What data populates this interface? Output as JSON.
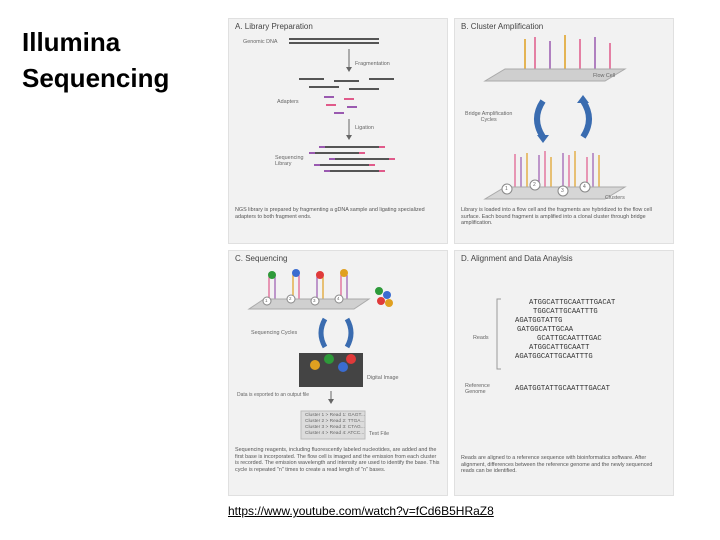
{
  "title": {
    "line1": "Illumina",
    "line2": "Sequencing"
  },
  "panels": {
    "a": {
      "title": "A. Library Preparation",
      "labels": {
        "genomic_dna": "Genomic DNA",
        "fragmentation": "Fragmentation",
        "adapters": "Adapters",
        "ligation": "Ligation",
        "seq_library": "Sequencing\nLibrary"
      },
      "caption": "NGS library is prepared by fragmenting a gDNA sample and ligating specialized adapters to both fragment ends."
    },
    "b": {
      "title": "B. Cluster Amplification",
      "labels": {
        "flow_cell": "Flow Cell",
        "bridge": "Bridge Amplification\nCycles",
        "clusters": "Clusters",
        "n1": "1",
        "n2": "2",
        "n3": "3",
        "n4": "4"
      },
      "caption": "Library is loaded into a flow cell and the fragments are hybridized to the flow cell surface. Each bound fragment is amplified into a clonal cluster through bridge amplification."
    },
    "c": {
      "title": "C. Sequencing",
      "labels": {
        "cycles": "Sequencing Cycles",
        "digital_image": "Digital Image",
        "data_export": "Data is exported to an output file",
        "text_file": "Text File",
        "n1": "1",
        "n2": "2",
        "n3": "3",
        "n4": "4"
      },
      "file_lines": [
        "Cluster 1 > Read 1: GAGT...",
        "Cluster 2 > Read 2: TTGA...",
        "Cluster 3 > Read 3: CTAG...",
        "Cluster 4 > Read 4: ATCC..."
      ],
      "caption": "Sequencing reagents, including fluorescently labeled nucleotides, are added and the first base is incorporated. The flow cell is imaged and the emission from each cluster is recorded. The emission wavelength and intensity are used to identify the base. This cycle is repeated \"n\" times to create a read length of \"n\" bases."
    },
    "d": {
      "title": "D. Alignment and Data Anaylsis",
      "labels": {
        "reads": "Reads",
        "reference": "Reference\nGenome"
      },
      "reads": [
        "ATGGCATTGCAATTTGACAT",
        "TGGCATTGCAATTTG",
        "AGATGGTATTG",
        "GATGGCATTGCAA",
        "GCATTGCAATTTGAC",
        "ATGGCATTGCAATT",
        "AGATGGCATTGCAATTTG"
      ],
      "reference_seq": "AGATGGTATTGCAATTTGACAT",
      "caption": "Reads are aligned to a reference sequence with bioinformatics software. After alignment, differences between the reference genome and the newly sequenced reads can be identified."
    }
  },
  "link": "https://www.youtube.com/watch?v=fCd6B5HRaZ8"
}
